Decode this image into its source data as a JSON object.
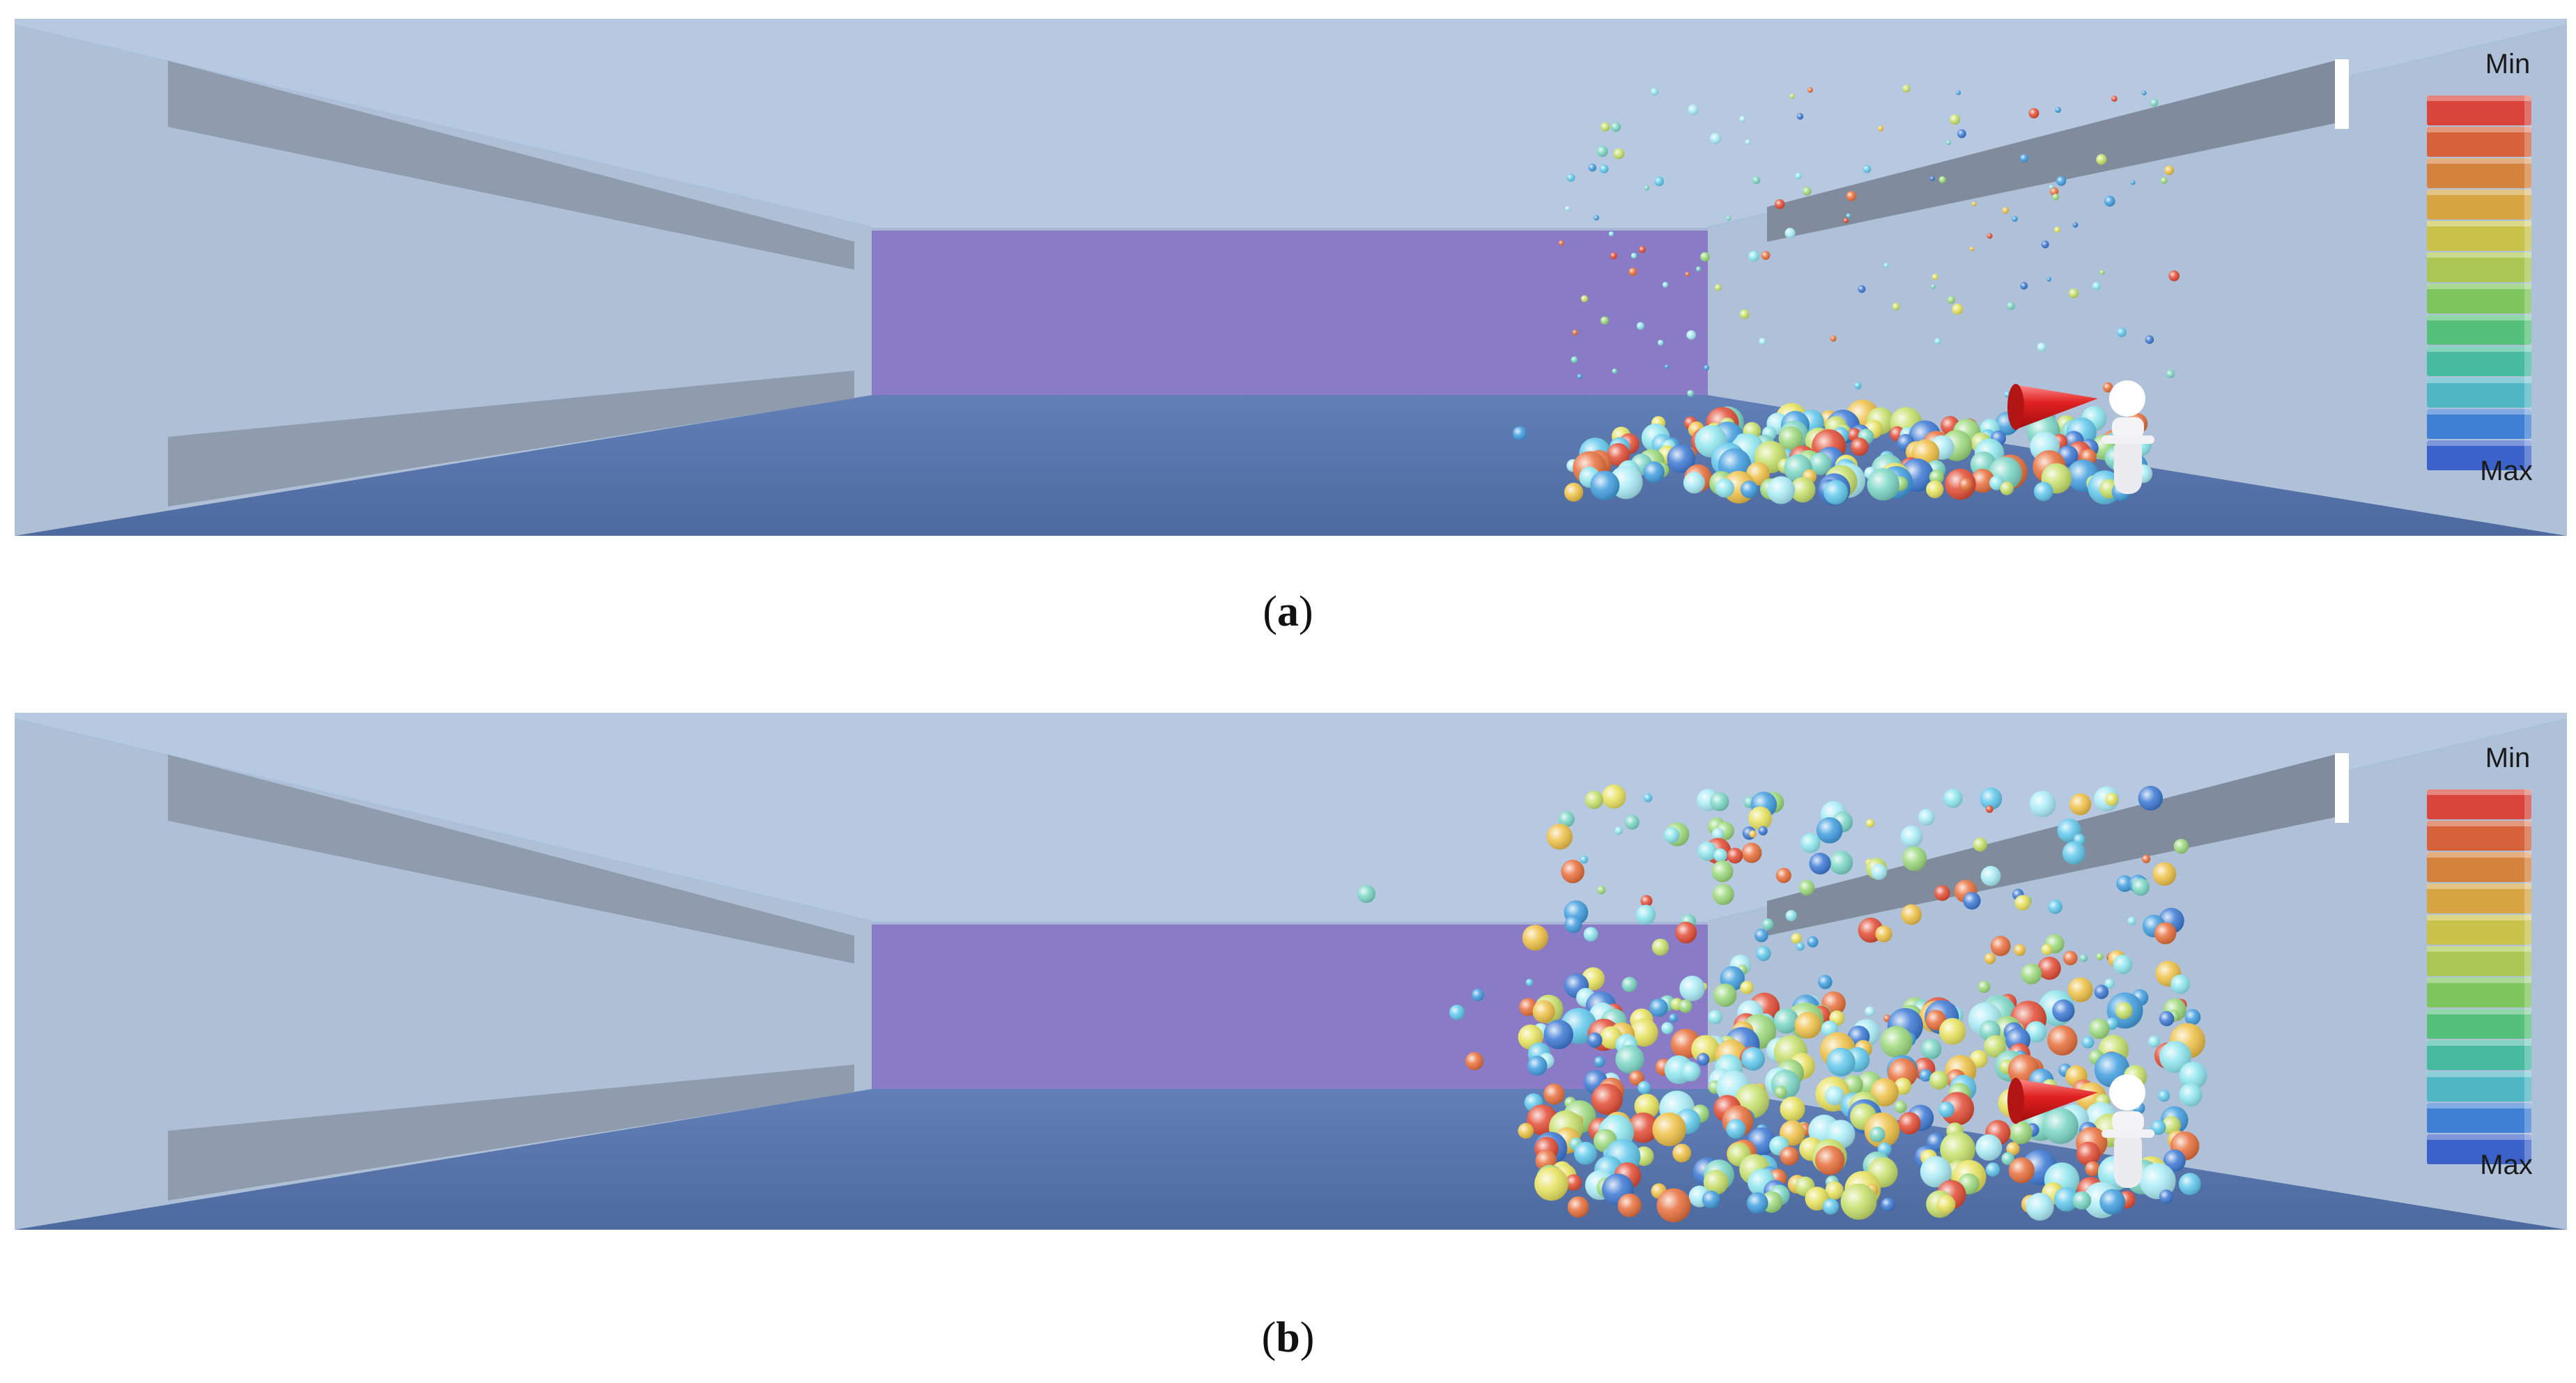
{
  "figure": {
    "panels": [
      {
        "id": "a",
        "caption_letter": "a",
        "legend": {
          "top_label": "Min",
          "bottom_label": "Max"
        },
        "spread": "narrow"
      },
      {
        "id": "b",
        "caption_letter": "b",
        "legend": {
          "top_label": "Min",
          "bottom_label": "Max"
        },
        "spread": "wide"
      }
    ]
  },
  "colors": {
    "wall": "#b4c6dd",
    "ceiling": "#b6c9e0",
    "floor": "#4d6a9f",
    "back_wall": "#8a7bc6",
    "vent_bar": "#8a95a6",
    "cone": "#e02020",
    "scale": [
      "#d9453a",
      "#d5623a",
      "#d4833c",
      "#d6a542",
      "#c9c24a",
      "#a9c752",
      "#7ec55e",
      "#55c07a",
      "#47bba0",
      "#4fb6c4",
      "#3f7fd4",
      "#3a62c8"
    ]
  },
  "icons": [
    "arrow-cone-icon",
    "person-figure-icon"
  ]
}
